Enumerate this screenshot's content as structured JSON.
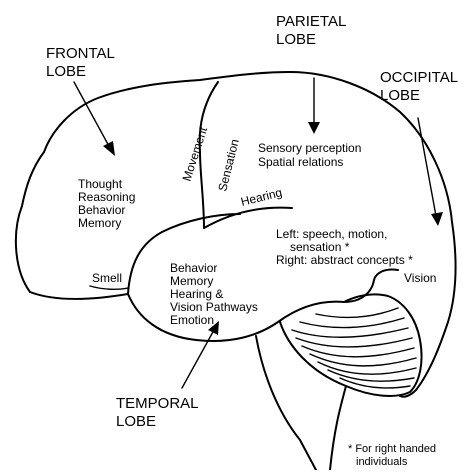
{
  "lobes": {
    "frontal": [
      "FRONTAL",
      "LOBE"
    ],
    "parietal": [
      "PARIETAL",
      "LOBE"
    ],
    "occipital": [
      "OCCIPITAL",
      "LOBE"
    ],
    "temporal": [
      "TEMPORAL",
      "LOBE"
    ]
  },
  "functions": {
    "frontal": [
      "Thought",
      "Reasoning",
      "Behavior",
      "Memory"
    ],
    "movement": "Movement",
    "sensation": "Sensation",
    "hearing": "Hearing",
    "parietal": [
      "Sensory perception",
      "Spatial relations"
    ],
    "hemispheres": [
      "Left: speech, motion,",
      "sensation *",
      "Right: abstract concepts *"
    ],
    "vision": "Vision",
    "smell": "Smell",
    "temporal": [
      "Behavior",
      "Memory",
      "Hearing &",
      "Vision Pathways",
      "Emotion"
    ]
  },
  "footnote": [
    "* For right handed",
    "individuals"
  ]
}
